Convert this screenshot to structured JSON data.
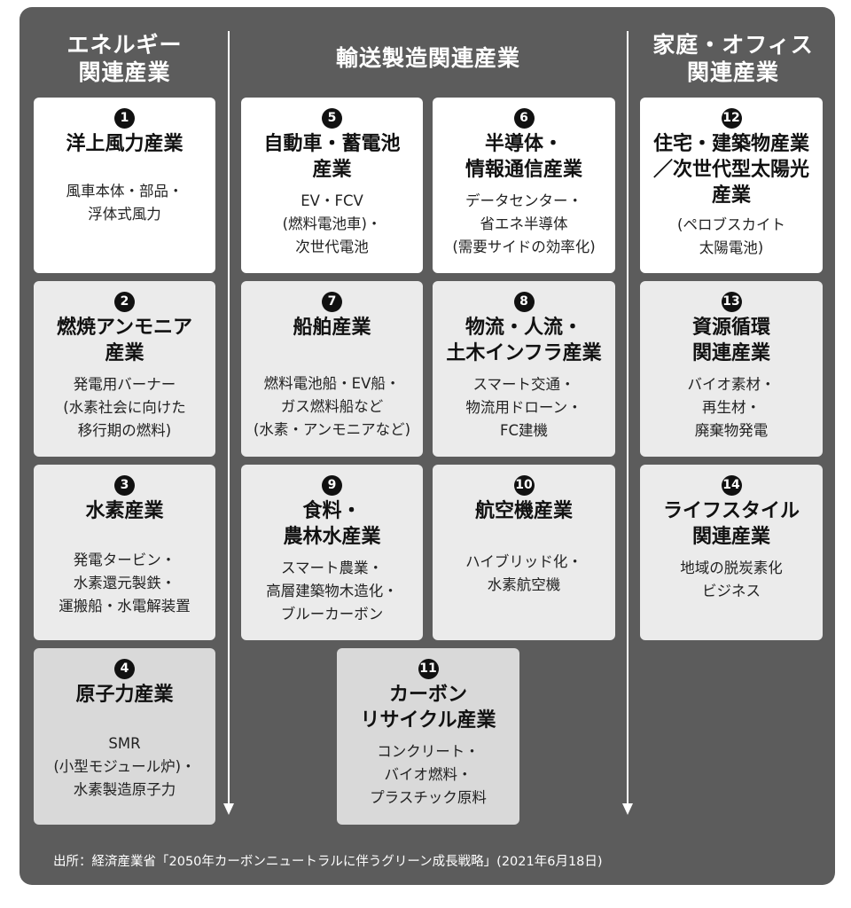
{
  "columns": [
    {
      "label": "エネルギー\n関連産業"
    },
    {
      "label": "輸送製造関連産業"
    },
    {
      "label": "家庭・オフィス\n関連産業"
    }
  ],
  "industries": [
    {
      "num": "1",
      "title": "洋上風力産業",
      "desc": "風車本体・部品・\n浮体式風力"
    },
    {
      "num": "2",
      "title": "燃焼アンモニア\n産業",
      "desc": "発電用バーナー\n(水素社会に向けた\n移行期の燃料)"
    },
    {
      "num": "3",
      "title": "水素産業",
      "desc": "発電タービン・\n水素還元製鉄・\n運搬船・水電解装置"
    },
    {
      "num": "4",
      "title": "原子力産業",
      "desc": "SMR\n(小型モジュール炉)・\n水素製造原子力"
    },
    {
      "num": "5",
      "title": "自動車・蓄電池\n産業",
      "desc": "EV・FCV\n(燃料電池車)・\n次世代電池"
    },
    {
      "num": "6",
      "title": "半導体・\n情報通信産業",
      "desc": "データセンター・\n省エネ半導体\n(需要サイドの効率化)"
    },
    {
      "num": "7",
      "title": "船舶産業",
      "desc": "燃料電池船・EV船・\nガス燃料船など\n(水素・アンモニアなど)"
    },
    {
      "num": "8",
      "title": "物流・人流・\n土木インフラ産業",
      "desc": "スマート交通・\n物流用ドローン・\nFC建機"
    },
    {
      "num": "9",
      "title": "食料・\n農林水産業",
      "desc": "スマート農業・\n高層建築物木造化・\nブルーカーボン"
    },
    {
      "num": "10",
      "title": "航空機産業",
      "desc": "ハイブリッド化・\n水素航空機"
    },
    {
      "num": "11",
      "title": "カーボン\nリサイクル産業",
      "desc": "コンクリート・\nバイオ燃料・\nプラスチック原料"
    },
    {
      "num": "12",
      "title": "住宅・建築物産業\n／次世代型太陽光\n産業",
      "desc": "(ペロブスカイト\n太陽電池)"
    },
    {
      "num": "13",
      "title": "資源循環\n関連産業",
      "desc": "バイオ素材・\n再生材・\n廃棄物発電"
    },
    {
      "num": "14",
      "title": "ライフスタイル\n関連産業",
      "desc": "地域の脱炭素化\nビジネス"
    }
  ],
  "source": "出所：経済産業省「2050年カーボンニュートラルに伴うグリーン成長戦略」(2021年6月18日)"
}
